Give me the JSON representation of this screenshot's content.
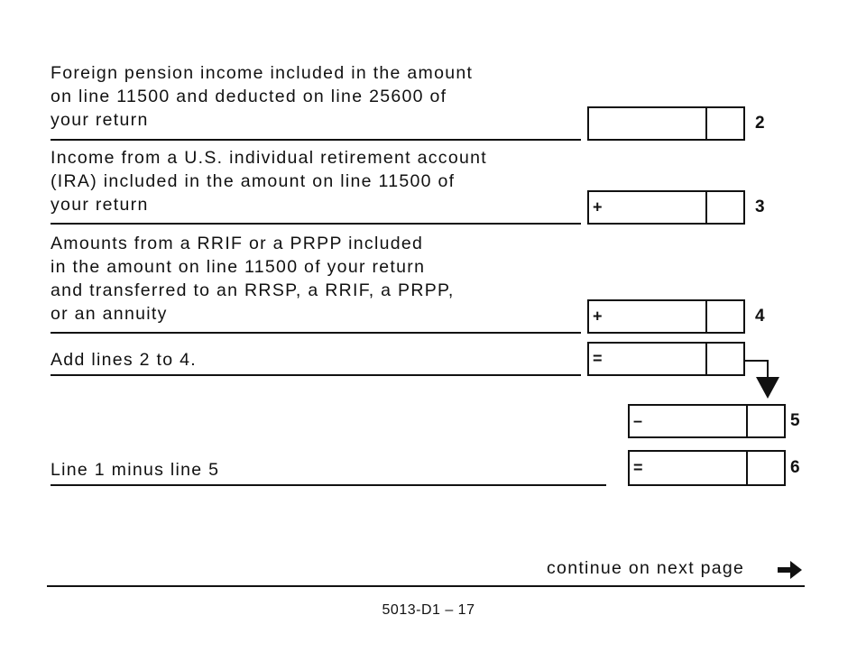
{
  "lines": [
    {
      "number": "2",
      "operator": "",
      "label": "Foreign pension income included in the amount\non line 11500 and deducted on line 25600 of\nyour return"
    },
    {
      "number": "3",
      "operator": "+",
      "label": "Income from a U.S. individual retirement account\n(IRA) included in the amount on line 11500 of\nyour return"
    },
    {
      "number": "4",
      "operator": "+",
      "label": "Amounts from a RRIF or a PRPP included\nin the amount on line 11500 of your return\nand transferred to an RRSP, a RRIF, a PRPP,\nor an annuity"
    },
    {
      "number": "",
      "operator": "=",
      "label": "Add lines 2 to 4."
    },
    {
      "number": "5",
      "operator": "–",
      "label": ""
    },
    {
      "number": "6",
      "operator": "=",
      "label": "Line 1 minus line 5"
    }
  ],
  "footer": {
    "continue_text": "continue on next page",
    "page_number": "5013-D1 – 17"
  }
}
